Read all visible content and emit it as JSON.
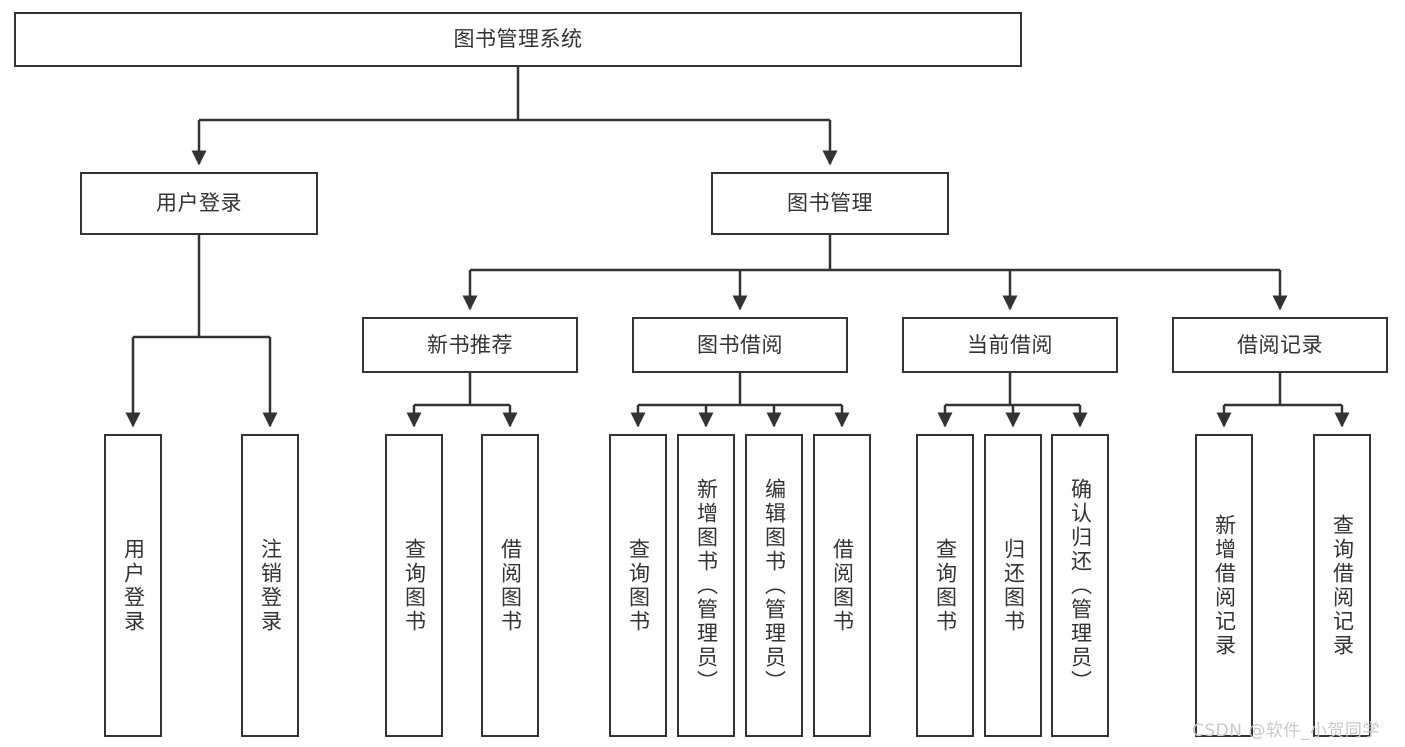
{
  "diagram": {
    "title": "图书管理系统",
    "stroke_color": "#333333",
    "text_color": "#333333",
    "background_color": "#ffffff",
    "watermark": "CSDN @软件_小贺同学",
    "watermark_color": "#c9c9c9"
  },
  "nodes": {
    "root": "图书管理系统",
    "level2": [
      "用户登录",
      "图书管理"
    ],
    "level3": [
      "新书推荐",
      "图书借阅",
      "当前借阅",
      "借阅记录"
    ],
    "leaves": {
      "user_login": [
        "用户登录",
        "注销登录"
      ],
      "new_book": [
        "查询图书",
        "借阅图书"
      ],
      "book_borrow": [
        "查询图书",
        "新增图书（管理员）",
        "编辑图书（管理员）",
        "借阅图书"
      ],
      "current_borrow": [
        "查询图书",
        "归还图书",
        "确认归还（管理员）"
      ],
      "borrow_record": [
        "新增借阅记录",
        "查询借阅记录"
      ]
    }
  }
}
